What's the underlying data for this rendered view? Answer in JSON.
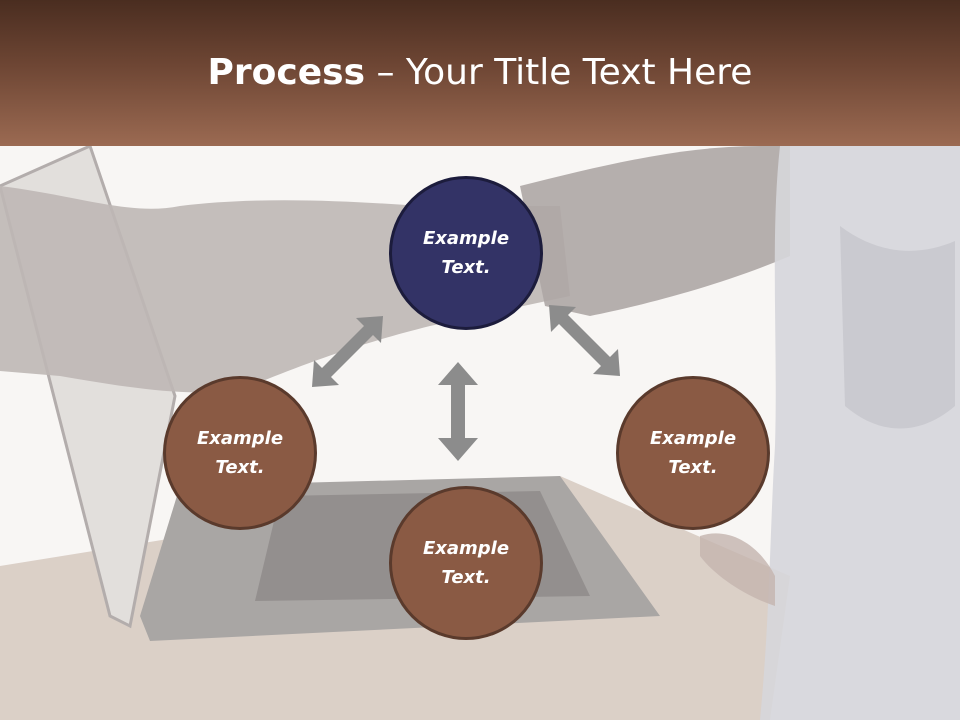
{
  "title": {
    "bold": "Process",
    "rest": " – Your Title Text Here"
  },
  "nodes": {
    "top": "Example\nText.",
    "left": "Example\nText.",
    "bottom": "Example\nText.",
    "right": "Example\nText."
  },
  "colors": {
    "header_dark": "#4a2d20",
    "header_light": "#9b6a52",
    "node_accent": "#333366",
    "node_brown": "#8a5a44",
    "arrow": "#8c8c8c"
  }
}
